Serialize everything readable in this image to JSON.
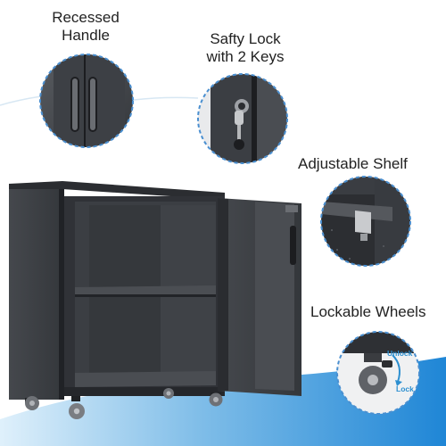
{
  "features": {
    "handle": {
      "line1": "Recessed",
      "line2": "Handle"
    },
    "lock": {
      "line1": "Safty Lock",
      "line2": "with 2 Keys"
    },
    "shelf": {
      "label": "Adjustable Shelf"
    },
    "wheels": {
      "label": "Lockable Wheels",
      "unlock_text": "Unlock",
      "lock_text": "Lock"
    }
  },
  "colors": {
    "cabinet": "#3a3d42",
    "cabinet_dark": "#26282c",
    "interior": "#2e3034",
    "callout_border": "#4a8fd0",
    "accent_blue": "#2c8fd0",
    "background_wave": "#cfe6f7"
  }
}
